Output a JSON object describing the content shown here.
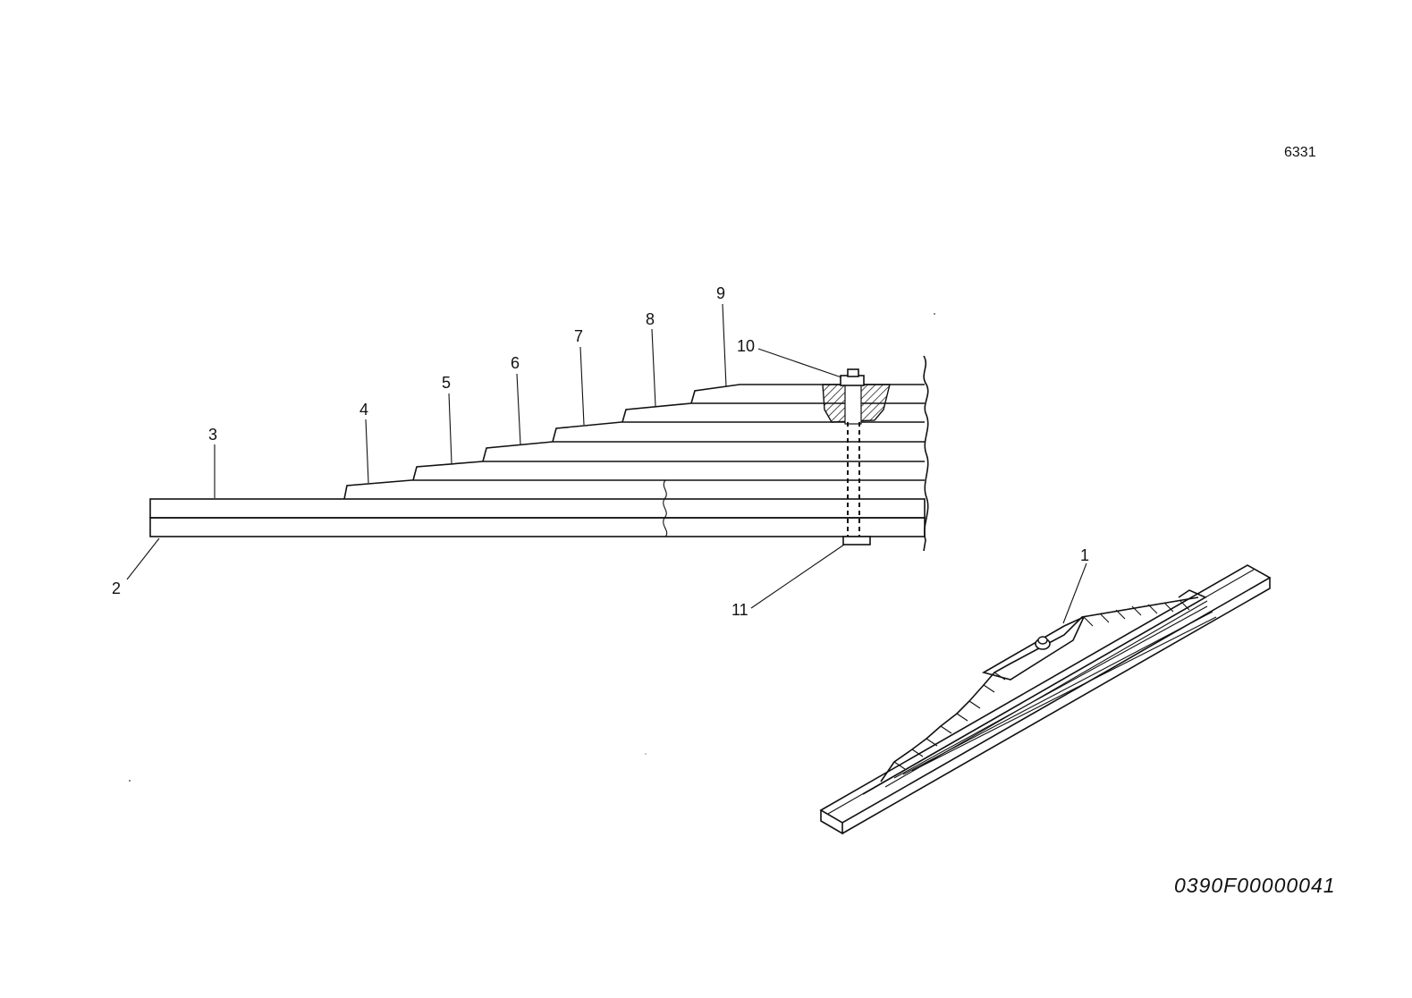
{
  "sheet_number": "6331",
  "reference_code": "0390F00000041",
  "callouts": [
    {
      "id": "1",
      "label": "1"
    },
    {
      "id": "2",
      "label": "2"
    },
    {
      "id": "3",
      "label": "3"
    },
    {
      "id": "4",
      "label": "4"
    },
    {
      "id": "5",
      "label": "5"
    },
    {
      "id": "6",
      "label": "6"
    },
    {
      "id": "7",
      "label": "7"
    },
    {
      "id": "8",
      "label": "8"
    },
    {
      "id": "9",
      "label": "9"
    },
    {
      "id": "10",
      "label": "10"
    },
    {
      "id": "11",
      "label": "11"
    }
  ]
}
